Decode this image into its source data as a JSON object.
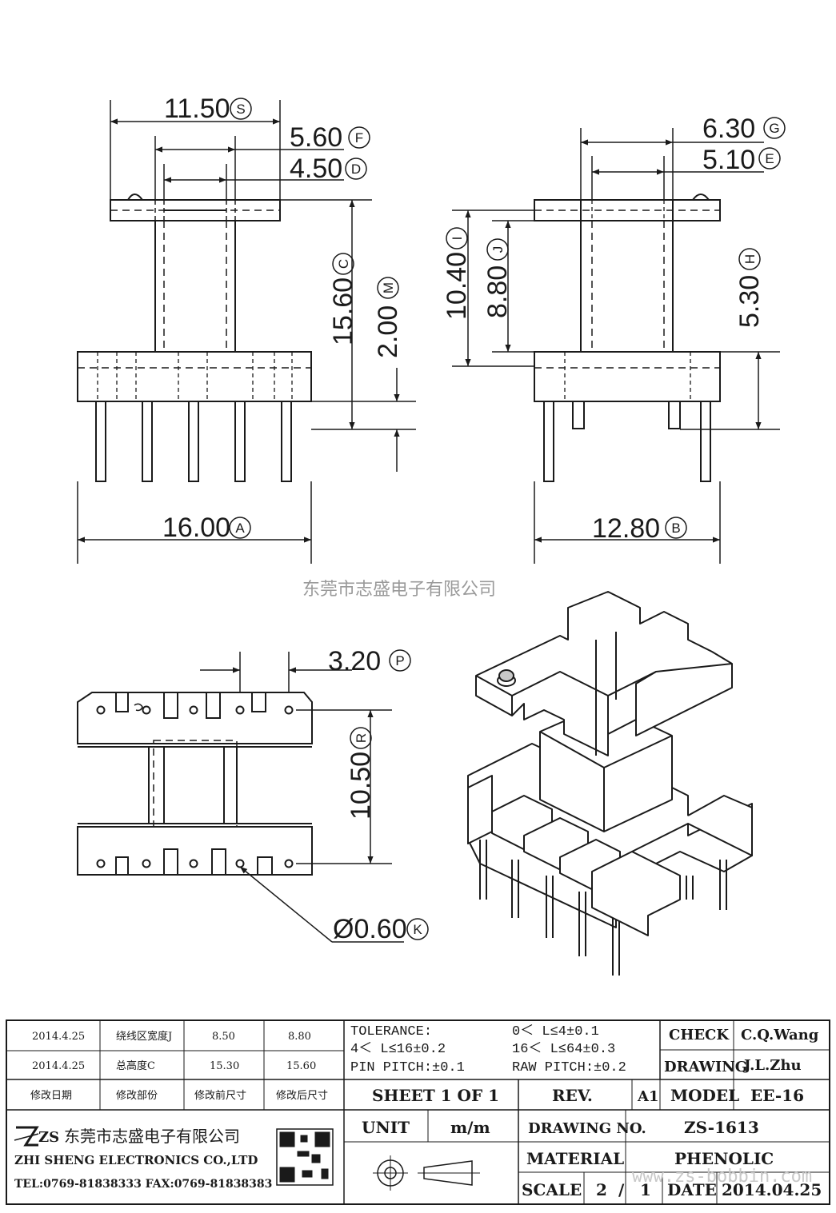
{
  "dimensions": {
    "S": {
      "value": "11.50",
      "letter": "S"
    },
    "F": {
      "value": "5.60",
      "letter": "F"
    },
    "D": {
      "value": "4.50",
      "letter": "D"
    },
    "C": {
      "value": "15.60",
      "letter": "C"
    },
    "M": {
      "value": "2.00",
      "letter": "M"
    },
    "A": {
      "value": "16.00",
      "letter": "A"
    },
    "G": {
      "value": "6.30",
      "letter": "G"
    },
    "E": {
      "value": "5.10",
      "letter": "E"
    },
    "I": {
      "value": "10.40",
      "letter": "I"
    },
    "J": {
      "value": "8.80",
      "letter": "J"
    },
    "H": {
      "value": "5.30",
      "letter": "H"
    },
    "B": {
      "value": "12.80",
      "letter": "B"
    },
    "P": {
      "value": "3.20",
      "letter": "P"
    },
    "R": {
      "value": "10.50",
      "letter": "R"
    },
    "K": {
      "value": "Ø0.60",
      "letter": "K"
    }
  },
  "watermark": {
    "company_cn": "东莞市志盛电子有限公司",
    "url": "www.zs-bobbin.com"
  },
  "revision_table": {
    "rows": [
      {
        "date": "2014.4.25",
        "part": "绕线区宽度J",
        "before": "8.50",
        "after": "8.80"
      },
      {
        "date": "2014.4.25",
        "part": "总高度C",
        "before": "15.30",
        "after": "15.60"
      }
    ],
    "headers": {
      "date": "修改日期",
      "part": "修改部份",
      "before": "修改前尺寸",
      "after": "修改后尺寸"
    }
  },
  "tolerance": {
    "title": "TOLERANCE:",
    "line1_right": "0＜ L≤4±0.1",
    "line2_left": "4＜ L≤16±0.2",
    "line2_right": "16＜ L≤64±0.3",
    "line3_left": "PIN PITCH:±0.1",
    "line3_right": "RAW PITCH:±0.2"
  },
  "title_block": {
    "check_label": "CHECK",
    "check_value": "C.Q.Wang",
    "drawing_label": "DRAWING",
    "drawing_value": "J.L.Zhu",
    "sheet": "SHEET  1  OF  1",
    "rev_label": "REV.",
    "rev_value": "A1",
    "model_label": "MODEL",
    "model_value": "EE-16",
    "unit_label": "UNIT",
    "unit_value": "m/m",
    "drawing_no_label": "DRAWING  NO.",
    "drawing_no_value": "ZS-1613",
    "material_label": "MATERIAL",
    "material_value": "PHENOLIC",
    "scale_label": "SCALE",
    "scale_num": "2",
    "scale_sep": "/",
    "scale_den": "1",
    "date_label": "DATE",
    "date_value": "2014.04.25"
  },
  "company": {
    "logo": "ZS",
    "name_cn": "东莞市志盛电子有限公司",
    "name_en": "ZHI SHENG ELECTRONICS CO.,LTD",
    "contact": "TEL:0769-81838333 FAX:0769-81838383"
  }
}
